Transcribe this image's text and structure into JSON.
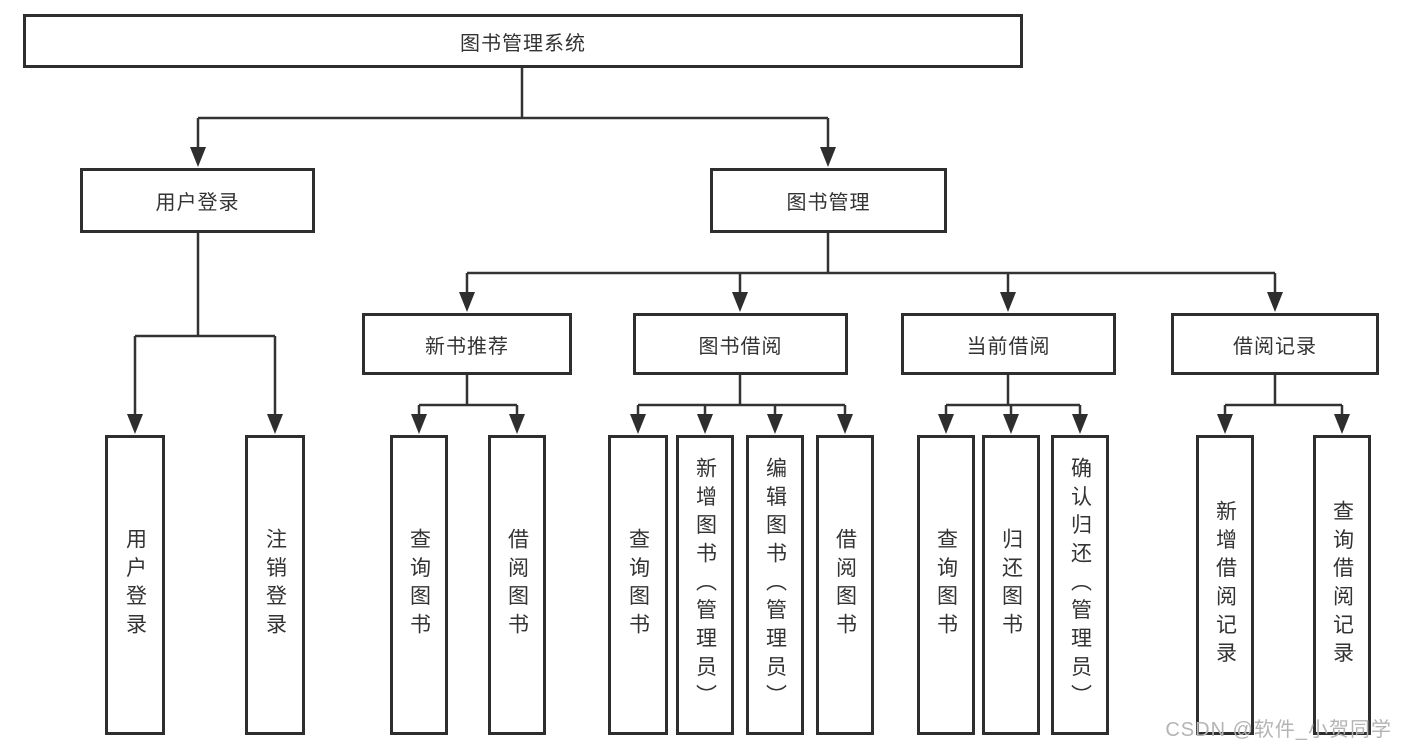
{
  "tree": {
    "root": "图书管理系统",
    "children": [
      {
        "label": "用户登录",
        "children": [
          {
            "label": "用户登录"
          },
          {
            "label": "注销登录"
          }
        ]
      },
      {
        "label": "图书管理",
        "children": [
          {
            "label": "新书推荐",
            "children": [
              {
                "label": "查询图书"
              },
              {
                "label": "借阅图书"
              }
            ]
          },
          {
            "label": "图书借阅",
            "children": [
              {
                "label": "查询图书"
              },
              {
                "label": "新增图书（管理员）"
              },
              {
                "label": "编辑图书（管理员）"
              },
              {
                "label": "借阅图书"
              }
            ]
          },
          {
            "label": "当前借阅",
            "children": [
              {
                "label": "查询图书"
              },
              {
                "label": "归还图书"
              },
              {
                "label": "确认归还（管理员）"
              }
            ]
          },
          {
            "label": "借阅记录",
            "children": [
              {
                "label": "新增借阅记录"
              },
              {
                "label": "查询借阅记录"
              }
            ]
          }
        ]
      }
    ]
  },
  "watermark": {
    "text": "CSDN @软件_小贺同学"
  },
  "colors": {
    "box_border": "#2e2e2e",
    "line": "#333333",
    "text": "#333333",
    "watermark": "#b4b4b4",
    "background": "#ffffff"
  }
}
